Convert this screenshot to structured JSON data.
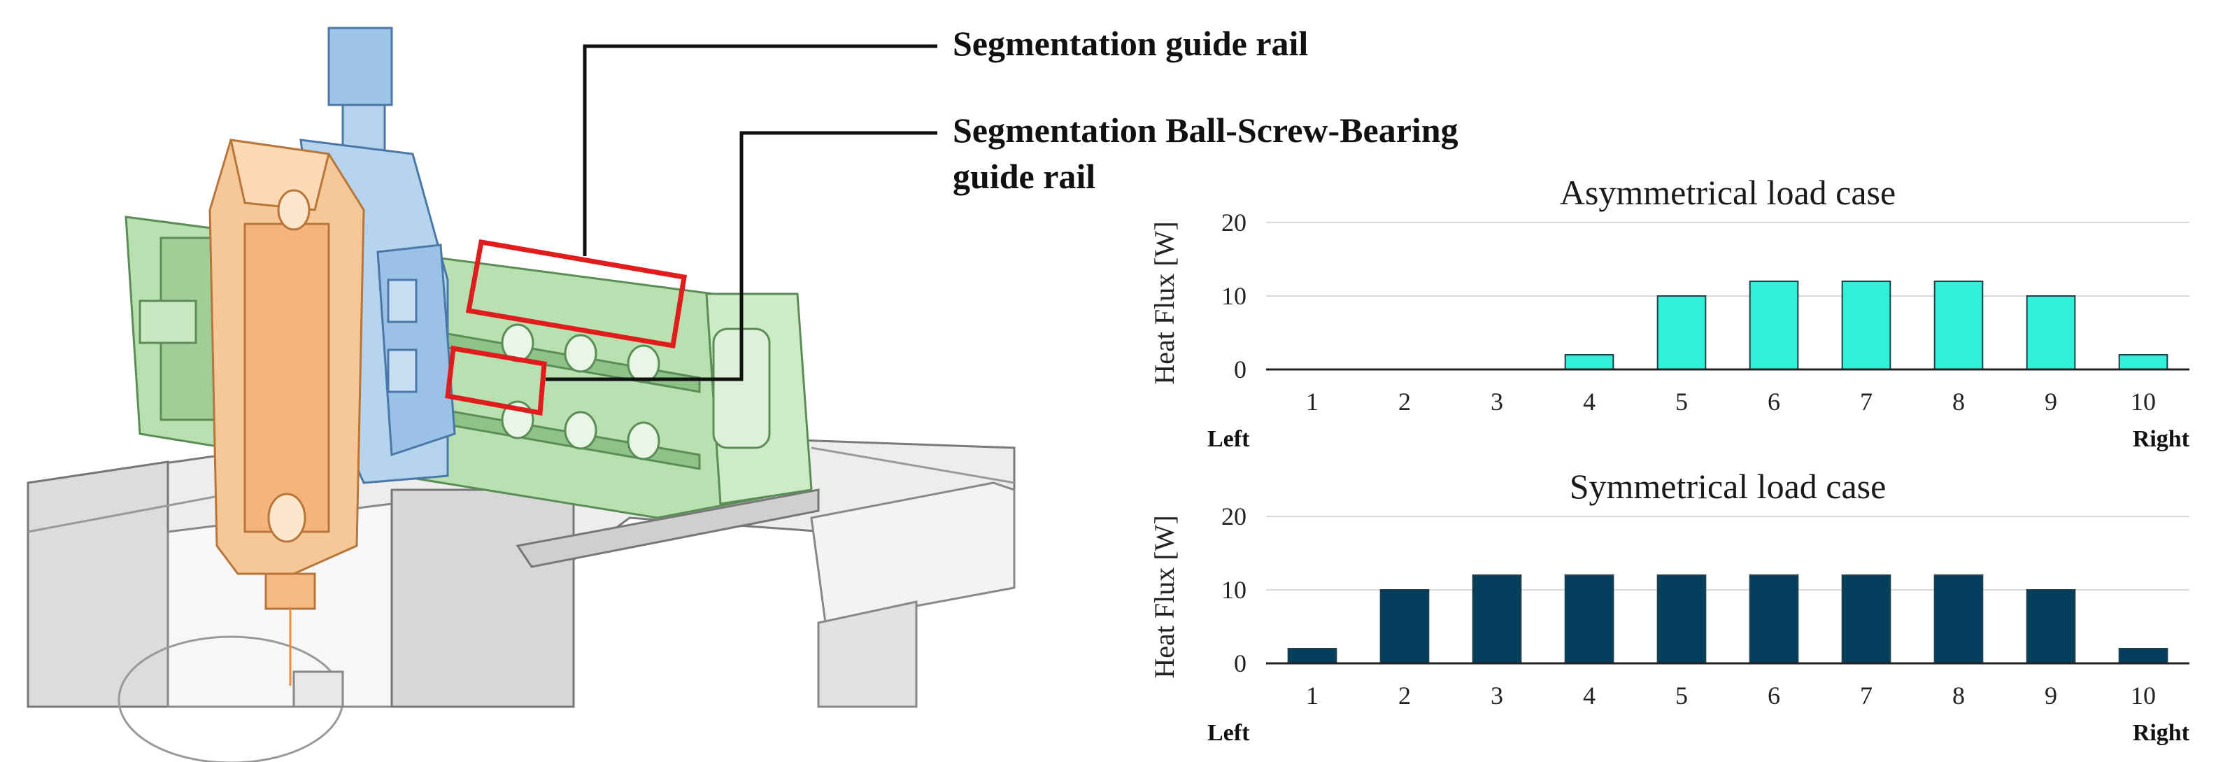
{
  "callouts": {
    "guide_rail": "Segmentation guide rail",
    "ballscrew_line1": "Segmentation Ball-Screw-Bearing",
    "ballscrew_line2": "guide rail"
  },
  "colors": {
    "asym_bar": "#2ff0d8",
    "sym_bar": "#04405e",
    "highlight": "#e01c1c",
    "model_green": "#a9d9a2",
    "model_orange": "#f6c08c",
    "model_blue": "#a9cbe8",
    "model_grey": "#e4e4e4"
  },
  "chart_data": [
    {
      "type": "bar",
      "title": "Asymmetrical load case",
      "ylabel": "Heat Flux [W]",
      "xlabel": "",
      "categories": [
        "1",
        "2",
        "3",
        "4",
        "5",
        "6",
        "7",
        "8",
        "9",
        "10"
      ],
      "values": [
        0,
        0,
        0,
        2,
        10,
        12,
        12,
        12,
        10,
        2
      ],
      "ylim": [
        0,
        20
      ],
      "yticks": [
        "0",
        "10",
        "20"
      ],
      "left_label": "Left",
      "right_label": "Right",
      "grid": true
    },
    {
      "type": "bar",
      "title": "Symmetrical load case",
      "ylabel": "Heat Flux [W]",
      "xlabel": "",
      "categories": [
        "1",
        "2",
        "3",
        "4",
        "5",
        "6",
        "7",
        "8",
        "9",
        "10"
      ],
      "values": [
        2,
        10,
        12,
        12,
        12,
        12,
        12,
        12,
        10,
        2
      ],
      "ylim": [
        0,
        20
      ],
      "yticks": [
        "0",
        "10",
        "20"
      ],
      "left_label": "Left",
      "right_label": "Right",
      "grid": true
    }
  ]
}
